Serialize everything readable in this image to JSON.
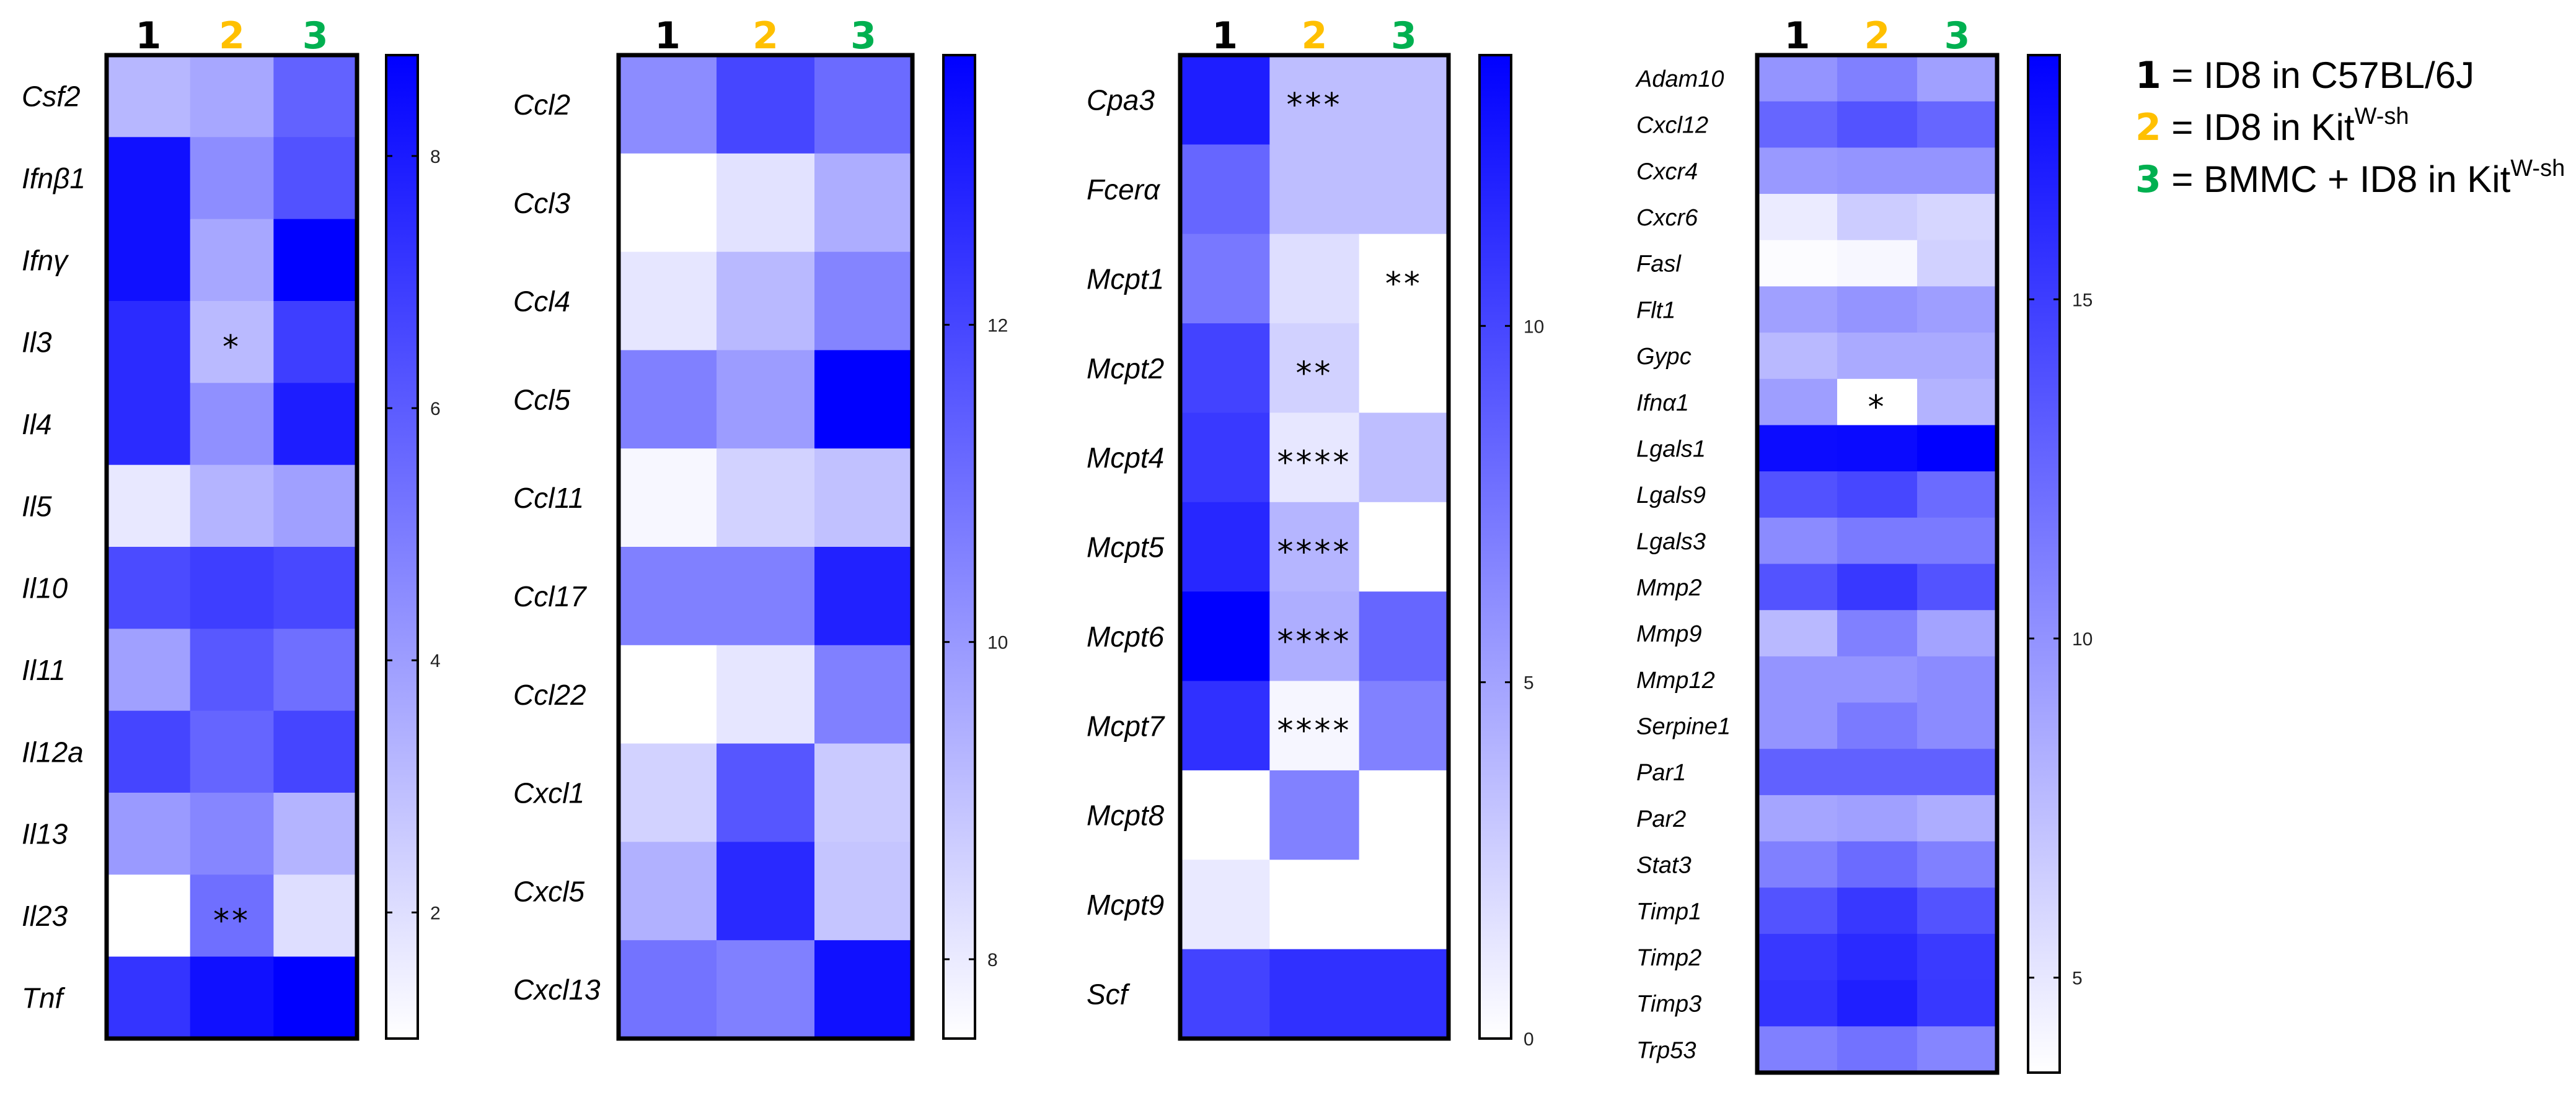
{
  "legend": [
    {
      "number": "1",
      "color": "#000000",
      "text": " = ID8 in C57BL/6J",
      "superscript": ""
    },
    {
      "number": "2",
      "color": "#FFC000",
      "text": " = ID8 in Kit",
      "superscript": "W-sh"
    },
    {
      "number": "3",
      "color": "#00B050",
      "text": " = BMMC + ID8 in Kit",
      "superscript": "W-sh"
    }
  ],
  "colorscale": {
    "low": "#FFFFFF",
    "high": "#0000FF"
  },
  "chart_data": [
    {
      "type": "heatmap",
      "columns": [
        "1",
        "2",
        "3"
      ],
      "column_colors": [
        "#000000",
        "#FFC000",
        "#00B050"
      ],
      "rows": [
        "Csf2",
        "Ifnβ1",
        "Ifnγ",
        "Il3",
        "Il4",
        "Il5",
        "Il10",
        "Il11",
        "Il12a",
        "Il13",
        "Il23",
        "Tnf"
      ],
      "values": [
        [
          3.2,
          3.7,
          5.8
        ],
        [
          8.3,
          4.5,
          6.3
        ],
        [
          8.3,
          3.7,
          8.8
        ],
        [
          7.5,
          3.1,
          6.9
        ],
        [
          7.5,
          4.4,
          7.9
        ],
        [
          1.7,
          3.3,
          3.9
        ],
        [
          6.5,
          6.9,
          6.6
        ],
        [
          3.9,
          6.1,
          5.4
        ],
        [
          6.7,
          5.7,
          6.7
        ],
        [
          4.1,
          4.7,
          3.3
        ],
        [
          1.0,
          5.4,
          2.0
        ],
        [
          7.2,
          8.3,
          8.8
        ]
      ],
      "annotations": [
        {
          "row": "Il3",
          "column": "2",
          "text": "*"
        },
        {
          "row": "Il23",
          "column": "2",
          "text": "**"
        }
      ],
      "colorbar": {
        "range": [
          1.0,
          8.8
        ],
        "ticks": [
          2,
          4,
          6,
          8
        ]
      }
    },
    {
      "type": "heatmap",
      "columns": [
        "1",
        "2",
        "3"
      ],
      "column_colors": [
        "#000000",
        "#FFC000",
        "#00B050"
      ],
      "rows": [
        "Ccl2",
        "Ccl3",
        "Ccl4",
        "Ccl5",
        "Ccl11",
        "Ccl17",
        "Ccl22",
        "Cxcl1",
        "Cxcl5",
        "Cxcl13"
      ],
      "values": [
        [
          10.3,
          12.0,
          11.1
        ],
        [
          7.5,
          8.2,
          9.5
        ],
        [
          8.1,
          9.2,
          10.5
        ],
        [
          10.6,
          9.9,
          13.7
        ],
        [
          7.7,
          8.6,
          9.0
        ],
        [
          10.6,
          10.6,
          12.9
        ],
        [
          7.5,
          8.1,
          10.6
        ],
        [
          8.6,
          11.6,
          8.8
        ],
        [
          9.4,
          12.7,
          8.9
        ],
        [
          10.9,
          10.6,
          13.3
        ]
      ],
      "annotations": [],
      "colorbar": {
        "range": [
          7.5,
          13.7
        ],
        "ticks": [
          8,
          10,
          12
        ]
      }
    },
    {
      "type": "heatmap",
      "columns": [
        "1",
        "2",
        "3"
      ],
      "column_colors": [
        "#000000",
        "#FFC000",
        "#00B050"
      ],
      "rows": [
        "Cpa3",
        "Fcerα",
        "Mcpt1",
        "Mcpt2",
        "Mcpt4",
        "Mcpt5",
        "Mcpt6",
        "Mcpt7",
        "Mcpt8",
        "Mcpt9",
        "Scf"
      ],
      "values": [
        [
          12.2,
          3.5,
          3.5
        ],
        [
          8.3,
          3.5,
          3.5
        ],
        [
          7.3,
          1.8,
          0
        ],
        [
          10.2,
          2.5,
          0
        ],
        [
          10.7,
          1.3,
          3.5
        ],
        [
          11.7,
          4.0,
          0
        ],
        [
          13.8,
          4.4,
          8.3
        ],
        [
          11.2,
          0.5,
          6.8
        ],
        [
          0,
          6.8,
          0
        ],
        [
          1.2,
          0,
          0
        ],
        [
          10.2,
          11.2,
          11.2
        ]
      ],
      "annotations": [
        {
          "row": "Cpa3",
          "column": "2",
          "text": "***"
        },
        {
          "row": "Mcpt1",
          "column": "3",
          "text": "**"
        },
        {
          "row": "Mcpt2",
          "column": "2",
          "text": "**"
        },
        {
          "row": "Mcpt4",
          "column": "2",
          "text": "****"
        },
        {
          "row": "Mcpt5",
          "column": "2",
          "text": "****"
        },
        {
          "row": "Mcpt6",
          "column": "2",
          "text": "****"
        },
        {
          "row": "Mcpt7",
          "column": "2",
          "text": "****"
        }
      ],
      "colorbar": {
        "range": [
          0,
          13.8
        ],
        "ticks": [
          0,
          5,
          10
        ]
      }
    },
    {
      "type": "heatmap",
      "columns": [
        "1",
        "2",
        "3"
      ],
      "column_colors": [
        "#000000",
        "#FFC000",
        "#00B050"
      ],
      "rows": [
        "Adam10",
        "Cxcl12",
        "Cxcr4",
        "Cxcr6",
        "Fasl",
        "Flt1",
        "Gypc",
        "Ifnα1",
        "Lgals1",
        "Lgals9",
        "Lgals3",
        "Mmp2",
        "Mmp9",
        "Mmp12",
        "Serpine1",
        "Par1",
        "Par2",
        "Stat3",
        "Timp1",
        "Timp2",
        "Timp3",
        "Trp53"
      ],
      "values": [
        [
          9.9,
          11.1,
          9.2
        ],
        [
          12.6,
          13.7,
          12.6
        ],
        [
          9.6,
          9.9,
          9.9
        ],
        [
          4.8,
          6.6,
          6.0
        ],
        [
          3.8,
          4.1,
          6.3
        ],
        [
          9.2,
          9.9,
          9.3
        ],
        [
          7.7,
          8.6,
          8.6
        ],
        [
          9.3,
          3.6,
          8.1
        ],
        [
          17.9,
          18.0,
          18.6
        ],
        [
          13.8,
          14.4,
          12.3
        ],
        [
          10.4,
          11.4,
          11.4
        ],
        [
          13.7,
          15.3,
          13.7
        ],
        [
          7.7,
          11.1,
          9.0
        ],
        [
          9.9,
          9.9,
          10.4
        ],
        [
          9.9,
          11.4,
          10.4
        ],
        [
          12.9,
          12.9,
          12.9
        ],
        [
          8.9,
          9.2,
          8.4
        ],
        [
          11.1,
          12.3,
          11.1
        ],
        [
          13.7,
          15.3,
          13.7
        ],
        [
          15.3,
          16.1,
          15.2
        ],
        [
          15.6,
          16.8,
          15.3
        ],
        [
          11.1,
          11.9,
          10.8
        ]
      ],
      "annotations": [
        {
          "row": "Ifnα1",
          "column": "2",
          "text": "*"
        }
      ],
      "colorbar": {
        "range": [
          3.6,
          18.6
        ],
        "ticks": [
          5,
          10,
          15
        ]
      }
    }
  ]
}
